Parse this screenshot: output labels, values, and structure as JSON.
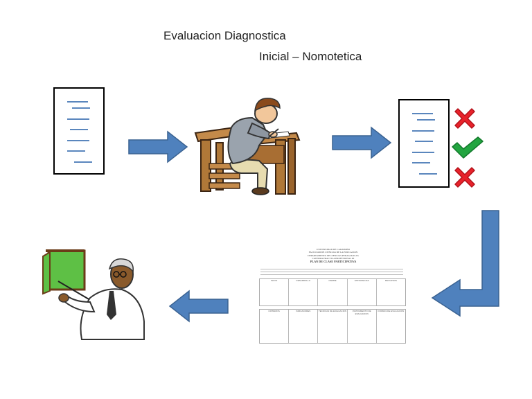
{
  "title": "Evaluacion Diagnostica",
  "subtitle": "Inicial – Nomotetica",
  "colors": {
    "arrow": "#4f81bd",
    "arrow_stroke": "#3a6291",
    "wrong": "#e8222b",
    "right": "#22a540",
    "doc_lines": "#5a86bd",
    "board": "#5ec045"
  },
  "icons": {
    "student": "student-writing-icon",
    "wrong": "red-x-icon",
    "right": "green-check-icon",
    "plan": "lesson-plan-document",
    "teacher": "teacher-at-board-icon"
  },
  "lesson_plan": {
    "header_lines": [
      "UNIVERSIDAD DE CARABOBO",
      "FACULTAD DE CIENCIAS DE LA EDUCACION",
      "DEPARTAMENTO DE CIENCIAS PEDAGOGICAS",
      "CATEDRA PRACTICA PROFESIONAL III"
    ],
    "plan_title": "PLAN DE CLASE PARTICIPATIVA",
    "col_headers_top": [
      "INICIO",
      "DESARROLLO",
      "CIERRE",
      "ESTRATEGIAS",
      "RECURSOS"
    ],
    "col_headers_bottom": [
      "CRITERIOS",
      "INDICADORES",
      "TECNICAS DE EVALUACION",
      "INSTRUMENTO DE EVALUACION",
      "FORMAS DE EVALUACION"
    ]
  }
}
